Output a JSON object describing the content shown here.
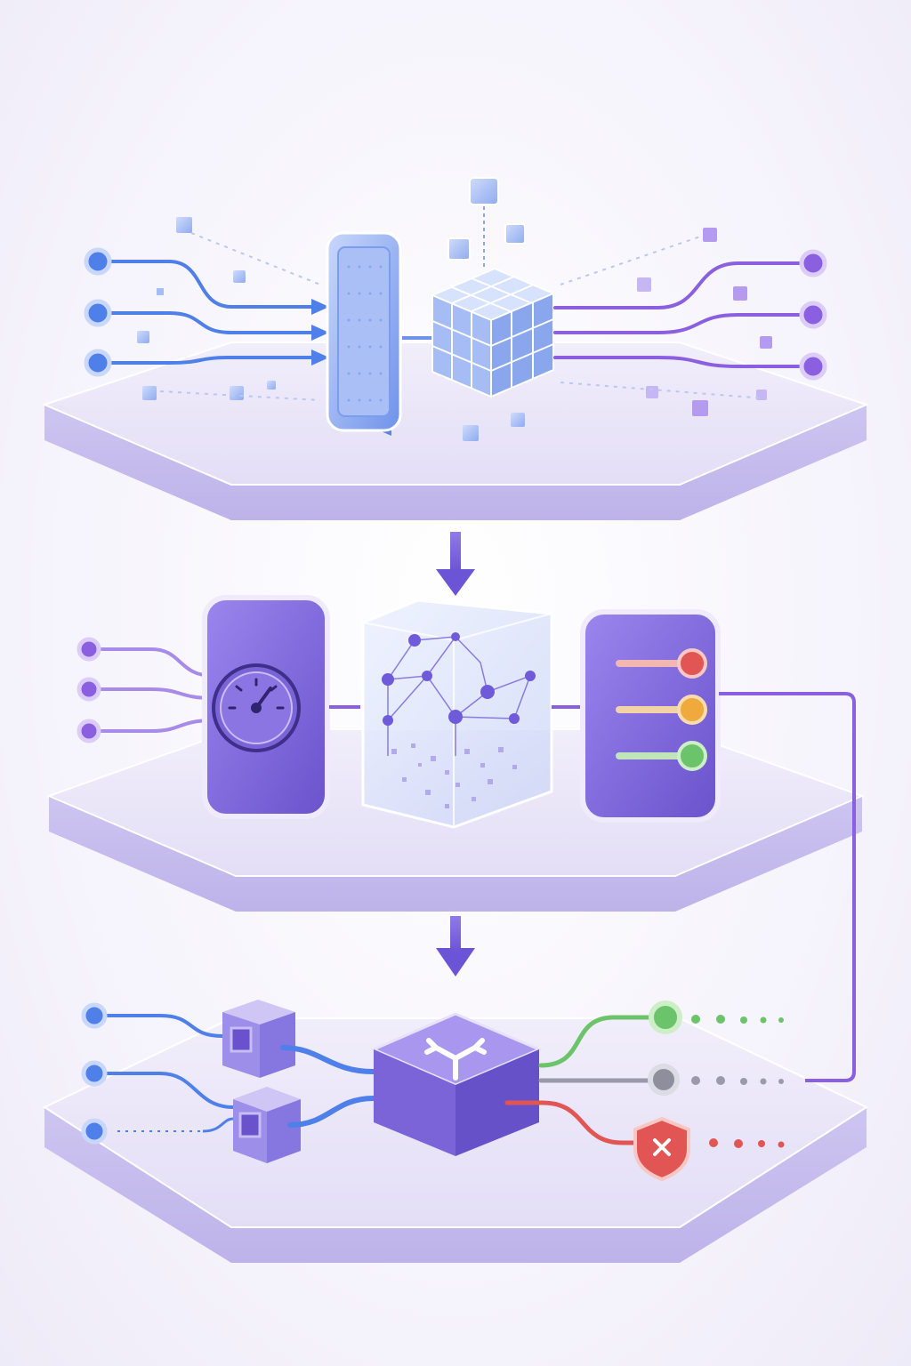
{
  "colors": {
    "background": "#f6f4fc",
    "platform_top": "#e9e6f8",
    "platform_side": "#c9c2ef",
    "blue": "#4f7fe8",
    "purple": "#8a5fe0",
    "violet_block": "#7a64d8",
    "green": "#6cc46a",
    "gray": "#8e8e9c",
    "red": "#e25555",
    "orange": "#f0a93c"
  },
  "layers": [
    {
      "id": "ingest",
      "icons": [
        "input-ports-icon",
        "panel-grid-icon",
        "cube-stack-icon",
        "output-ports-icon"
      ],
      "input_ports": 3,
      "output_ports": 3
    },
    {
      "id": "analyze",
      "icons": [
        "input-ports-icon",
        "gauge-icon",
        "network-cube-icon",
        "checklist-icon"
      ],
      "input_ports": 3,
      "checklist_statuses": [
        "#e25555",
        "#f0a93c",
        "#6cc46a"
      ]
    },
    {
      "id": "route",
      "icons": [
        "input-ports-icon",
        "small-cube-icon",
        "router-split-icon",
        "success-node-icon",
        "neutral-node-icon",
        "error-shield-icon"
      ],
      "input_ports": 3,
      "outputs": [
        "success",
        "neutral",
        "error"
      ]
    }
  ]
}
